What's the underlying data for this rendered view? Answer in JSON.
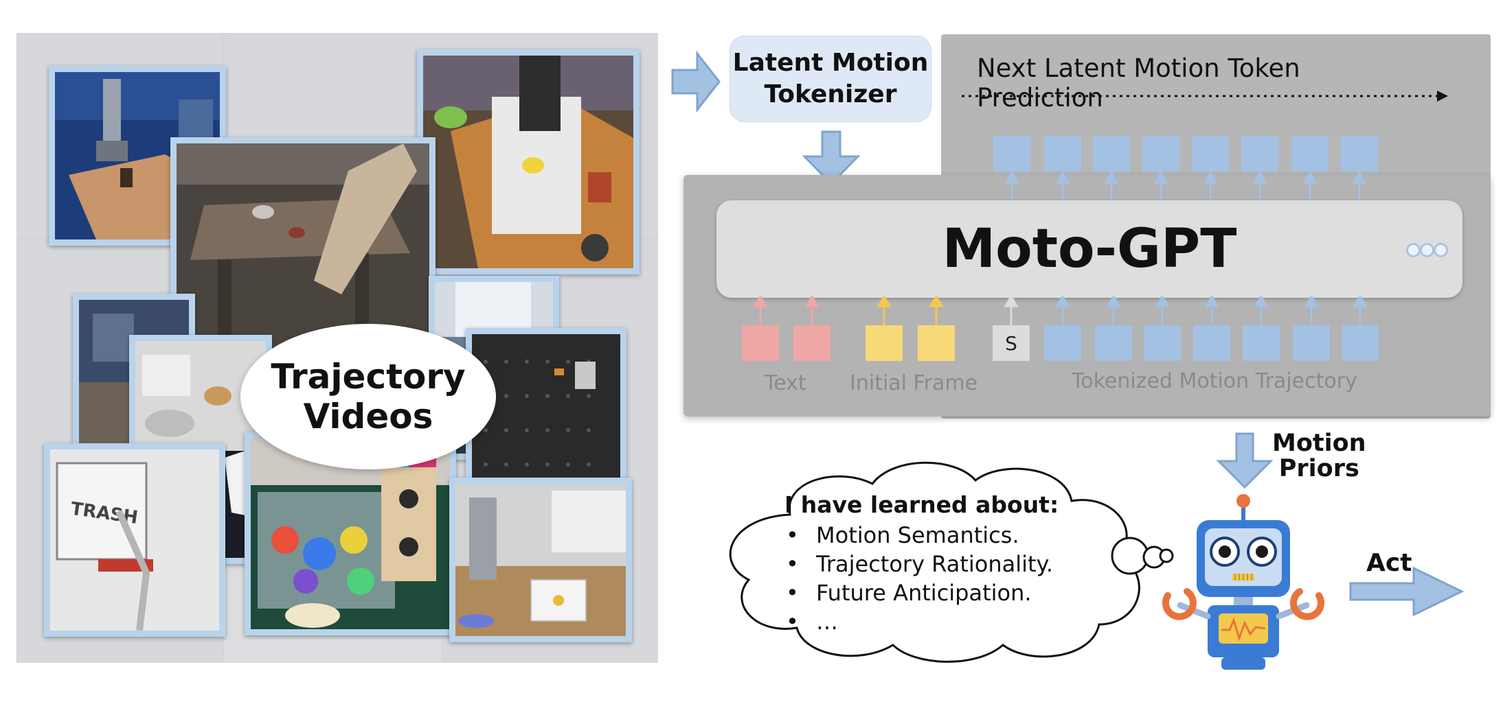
{
  "collage": {
    "bubble_line1": "Trajectory",
    "bubble_line2": "Videos",
    "photo_tags": {
      "trash_sign": "TRASH"
    }
  },
  "tokenizer": {
    "line1": "Latent Motion",
    "line2": "Tokenizer"
  },
  "prediction": {
    "title": "Next Latent Motion Token Prediction"
  },
  "model": {
    "name": "Moto-GPT"
  },
  "tokens": {
    "start_token": "S",
    "labels": {
      "text": "Text",
      "initial_frame": "Initial Frame",
      "motion_trajectory": "Tokenized Motion Trajectory"
    }
  },
  "priors": {
    "line1": "Motion",
    "line2": "Priors"
  },
  "act": {
    "label": "Act"
  },
  "thought": {
    "heading": "I have learned about:",
    "items": [
      "Motion Semantics.",
      "Trajectory Rationality.",
      "Future Anticipation.",
      "…"
    ]
  },
  "colors": {
    "token_blue": "#a3c1e3",
    "token_pink": "#eea7a4",
    "token_yellow": "#f7d977",
    "photo_border": "#b9d3ec",
    "robot_blue": "#3a7bd5"
  }
}
